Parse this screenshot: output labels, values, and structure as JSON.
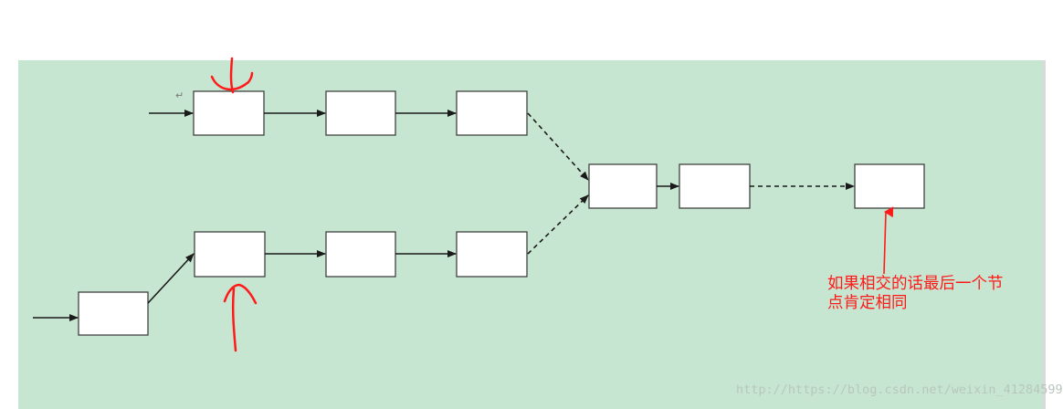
{
  "diagram": {
    "annotation_line1": "如果相交的话最后一个节",
    "annotation_line2": "点肯定相同",
    "watermark": "http://https://blog.csdn.net/weixin_41284599",
    "return_mark": "↵",
    "colors": {
      "background": "#c7e6d1",
      "node_fill": "#ffffff",
      "node_stroke": "#333333",
      "arrow": "#1a1a1a",
      "annotation": "#ff1a1a"
    },
    "nodes": [
      {
        "id": "a1"
      },
      {
        "id": "a2"
      },
      {
        "id": "a3"
      },
      {
        "id": "b0"
      },
      {
        "id": "b1"
      },
      {
        "id": "b2"
      },
      {
        "id": "b3"
      },
      {
        "id": "c1"
      },
      {
        "id": "c2"
      },
      {
        "id": "c3"
      }
    ]
  }
}
